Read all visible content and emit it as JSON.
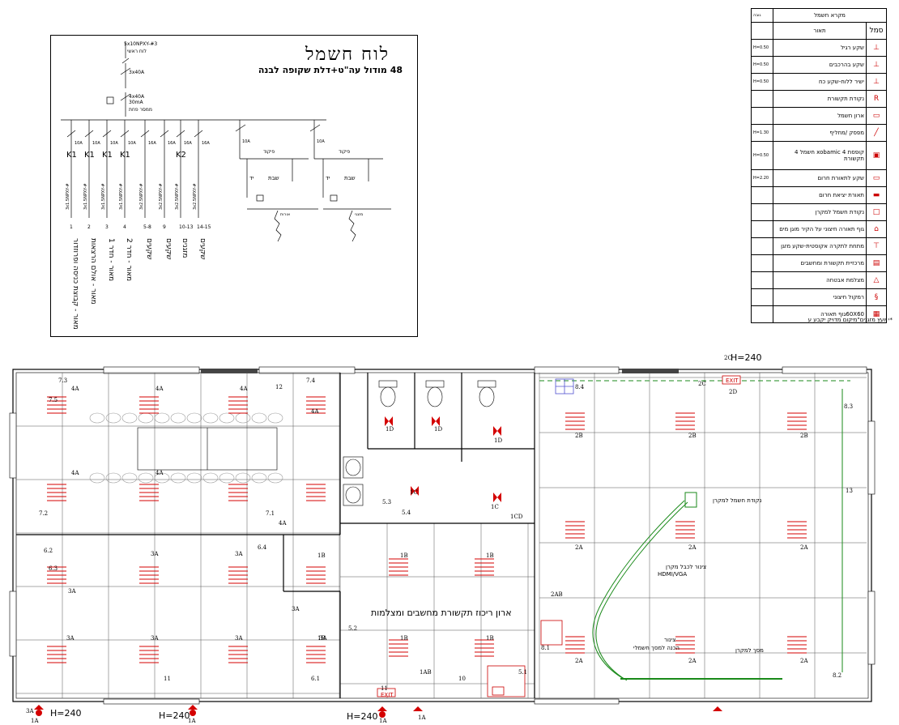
{
  "panel": {
    "title": "לוח חשמל",
    "subtitle": "48 מודול עה\"ט+דלת שקופה לבנה",
    "main_cable": "5x10NPXY-#3",
    "main_label": "לוח ראשי",
    "breaker_main": "3x40A",
    "rcd": "4x40A",
    "rcd_ma": "30mA",
    "rcd_label": "ממסר פחת",
    "circuits": [
      {
        "relay": "K1",
        "amp": "10A",
        "cable": "3x1.5NPXY-#",
        "num": "1",
        "desc": "מאור - קבוצת כניסה ופרוזדור"
      },
      {
        "relay": "K1",
        "amp": "10A",
        "cable": "3x1.5NPXY-#",
        "num": "2",
        "desc": "מאור - אולם הרצאות"
      },
      {
        "relay": "K1",
        "amp": "10A",
        "cable": "3x1.5NPXY-#",
        "num": "3",
        "desc": "מאור - חדר 1"
      },
      {
        "relay": "K1",
        "amp": "10A",
        "cable": "3x1.5NPXY-#",
        "num": "4",
        "desc": "מאור - חדר 2"
      },
      {
        "relay": "",
        "amp": "16A",
        "cable": "3x2.5NPXY-#",
        "num": "5-8",
        "desc": "שקעים"
      },
      {
        "relay": "",
        "amp": "16A",
        "cable": "3x2.5NPXY-#",
        "num": "9",
        "desc": "שקעים"
      },
      {
        "relay": "K2",
        "amp": "16A",
        "cable": "3x2.5NPXY-#",
        "num": "10-13",
        "desc": "מזגנים"
      },
      {
        "relay": "",
        "amp": "16A",
        "cable": "3x2.5NPXY-#",
        "num": "14-15",
        "desc": "שקעים"
      }
    ],
    "right_groups": [
      {
        "amp": "10A",
        "label": "פיקוד",
        "sw1": "יד",
        "sw2": "שבת",
        "out": "אורות"
      },
      {
        "amp": "10A",
        "label": "פיקוד",
        "sw1": "יד",
        "sw2": "שבת",
        "out": "מזגני"
      }
    ]
  },
  "legend": {
    "title": "מקרא חשמל",
    "col_height": "גובה",
    "col_desc": "תאור",
    "col_symbol": "סמל",
    "rows": [
      {
        "h": "H=0.50",
        "d": "שקע רגיל"
      },
      {
        "h": "H=0.50",
        "d": "שקע בהרכבים"
      },
      {
        "h": "H=0.50",
        "d": "ישיר ללוח-שקע כח"
      },
      {
        "h": "",
        "d": "נקודת תקשורת"
      },
      {
        "h": "",
        "d": "ארון חשמל"
      },
      {
        "h": "H=1.30",
        "d": "מפסק /מחליף"
      },
      {
        "h": "H=0.50",
        "d": "קופסת xobamic  4 חשמל 4 תקשורת"
      },
      {
        "h": "H=2.20",
        "d": "שקע לתאורת חרום"
      },
      {
        "h": "",
        "d": "תאורת יציאת חרום"
      },
      {
        "h": "",
        "d": "נקודת חשמל למקרן"
      },
      {
        "h": "",
        "d": "גוף תאורה חיצוני על הקיר מוגן מים"
      },
      {
        "h": "",
        "d": "מתחת לתקרה אקוסטית-שקע מזגן"
      },
      {
        "h": "",
        "d": "מרכזיית תקשורת ומחשבים"
      },
      {
        "h": "",
        "d": "מצלמת אבטחה"
      },
      {
        "h": "",
        "d": "רמקול חיצוני"
      },
      {
        "h": "",
        "d": "60X60גוף תאורה"
      }
    ],
    "footer": "*י יועץ מזגנים\"מיקום מדויק יקבע ע"
  },
  "plan": {
    "height_labels": [
      "H=240",
      "H=240",
      "H=240",
      "H=240"
    ],
    "note_cabinet": "ארון ריכוז תקשורת מחשבים ומצלמות",
    "note_projector_point": "נקודת חשמל למקרן",
    "note_projector_cable": "צינור לכבל מקרן",
    "note_hdmi": "HDMI/VGA",
    "note_pipe": "צינור",
    "note_pipe2": "הכנה למסך חשמלי",
    "note_screen": "מסך למקרן",
    "exit_label": "EXIT",
    "tags": [
      "4A",
      "4A",
      "4A",
      "4A",
      "4A",
      "4A",
      "4A",
      "3A",
      "3A",
      "3A",
      "3A",
      "3A",
      "3A",
      "3A",
      "3A",
      "3A",
      "1B",
      "1B",
      "1B",
      "1B",
      "1B",
      "1B",
      "2B",
      "2B",
      "2B",
      "2A",
      "2A",
      "2A",
      "2A",
      "2A",
      "2A",
      "1D",
      "1D",
      "1D",
      "1C",
      "1C",
      "1CD",
      "2AB",
      "1AB",
      "2C",
      "2C",
      "2D",
      "1A",
      "1A",
      "1A",
      "1A"
    ],
    "circuit_tags": [
      "7.3",
      "7.5",
      "7.4",
      "12",
      "7.2",
      "7.1",
      "6.2",
      "6.3",
      "6.4",
      "6.1",
      "5.3",
      "5.4",
      "5.2",
      "5.1",
      "8.4",
      "8.3",
      "8.1",
      "8.2",
      "13",
      "11",
      "10",
      "11"
    ]
  }
}
